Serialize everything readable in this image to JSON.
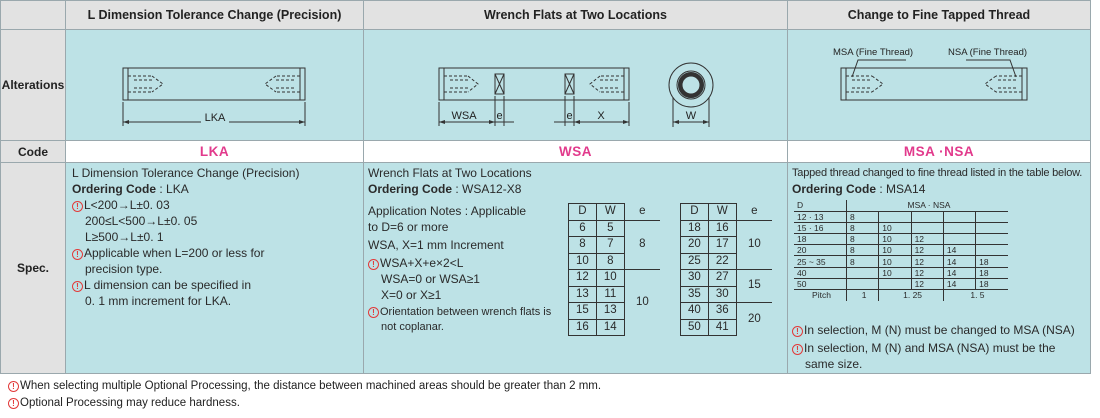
{
  "headers": {
    "lka": "L Dimension Tolerance Change (Precision)",
    "wsa": "Wrench Flats at Two Locations",
    "msa": "Change to Fine Tapped Thread"
  },
  "rows": {
    "alterations": "Alterations",
    "code": "Code",
    "spec": "Spec."
  },
  "drawings": {
    "lka_label": "LKA",
    "wsa_label": "WSA",
    "e_label": "e",
    "x_label": "X",
    "w_label": "W",
    "msa_fine": "MSA (Fine Thread)",
    "nsa_fine": "NSA (Fine Thread)"
  },
  "codes": {
    "lka": "LKA",
    "wsa": "WSA",
    "msa": "MSA ·NSA"
  },
  "lka_spec": {
    "title": "L Dimension Tolerance Change (Precision)",
    "ordering_label": "Ordering Code",
    "ordering_value": ": LKA",
    "line1": "L<200→L±0. 03",
    "line2": "200≤L<500→L±0. 05",
    "line3": "L≥500→L±0. 1",
    "line4": "Applicable when L=200 or less for",
    "line5": "precision type.",
    "line6": "L dimension can be specified in",
    "line7": "0. 1 mm  increment for LKA."
  },
  "wsa_spec": {
    "title": "Wrench Flats at Two Locations",
    "ordering_label": "Ordering Code",
    "ordering_value": ": WSA12-X8",
    "line1": "Application Notes : Applicable",
    "line2": "to  D=6 or more",
    "line3": "WSA, X=1 mm Increment",
    "line4": "WSA+X+e×2<L",
    "line5": "WSA=0 or WSA≥1",
    "line6": "X=0 or X≥1",
    "line7": "Orientation between wrench flats is",
    "line8": "not coplanar.",
    "table_headers": [
      "D",
      "W",
      "e"
    ],
    "table_left": [
      [
        "6",
        "5"
      ],
      [
        "8",
        "7"
      ],
      [
        "10",
        "8"
      ],
      [
        "12",
        "10"
      ],
      [
        "13",
        "11"
      ],
      [
        "15",
        "13"
      ],
      [
        "16",
        "14"
      ]
    ],
    "table_left_e": [
      "8",
      "10"
    ],
    "table_right": [
      [
        "18",
        "16"
      ],
      [
        "20",
        "17"
      ],
      [
        "25",
        "22"
      ],
      [
        "30",
        "27"
      ],
      [
        "35",
        "30"
      ],
      [
        "40",
        "36"
      ],
      [
        "50",
        "41"
      ]
    ],
    "table_right_e": [
      "10",
      "15",
      "20"
    ]
  },
  "msa_spec": {
    "title": "Tapped thread changed to fine thread listed in the table below.",
    "ordering_label": "Ordering Code",
    "ordering_value": ": MSA14",
    "table_head_d": "D",
    "table_head_msa": "MSA · NSA",
    "table_rows": [
      {
        "d": "12 · 13",
        "c": [
          "8",
          "",
          "",
          "",
          ""
        ]
      },
      {
        "d": "15 · 16",
        "c": [
          "8",
          "10",
          "",
          "",
          ""
        ]
      },
      {
        "d": "18",
        "c": [
          "8",
          "10",
          "12",
          "",
          ""
        ]
      },
      {
        "d": "20",
        "c": [
          "8",
          "10",
          "12",
          "14",
          ""
        ]
      },
      {
        "d": "25 ~ 35",
        "c": [
          "8",
          "10",
          "12",
          "14",
          "18"
        ]
      },
      {
        "d": "40",
        "c": [
          "",
          "10",
          "12",
          "14",
          "18"
        ]
      },
      {
        "d": "50",
        "c": [
          "",
          "",
          "12",
          "14",
          "18"
        ]
      }
    ],
    "pitch_label": "Pitch",
    "pitch_values": [
      "1",
      "1. 25",
      "1. 5"
    ],
    "note1": "In selection, M (N) must be changed to MSA (NSA)",
    "note2": "In selection, M (N) and MSA (NSA) must be the",
    "note3": "same size."
  },
  "footnotes": {
    "f1": "When selecting multiple Optional Processing, the distance between machined areas should be greater than 2 mm.",
    "f2": "Optional Processing may reduce hardness."
  },
  "note_glyph": "!"
}
